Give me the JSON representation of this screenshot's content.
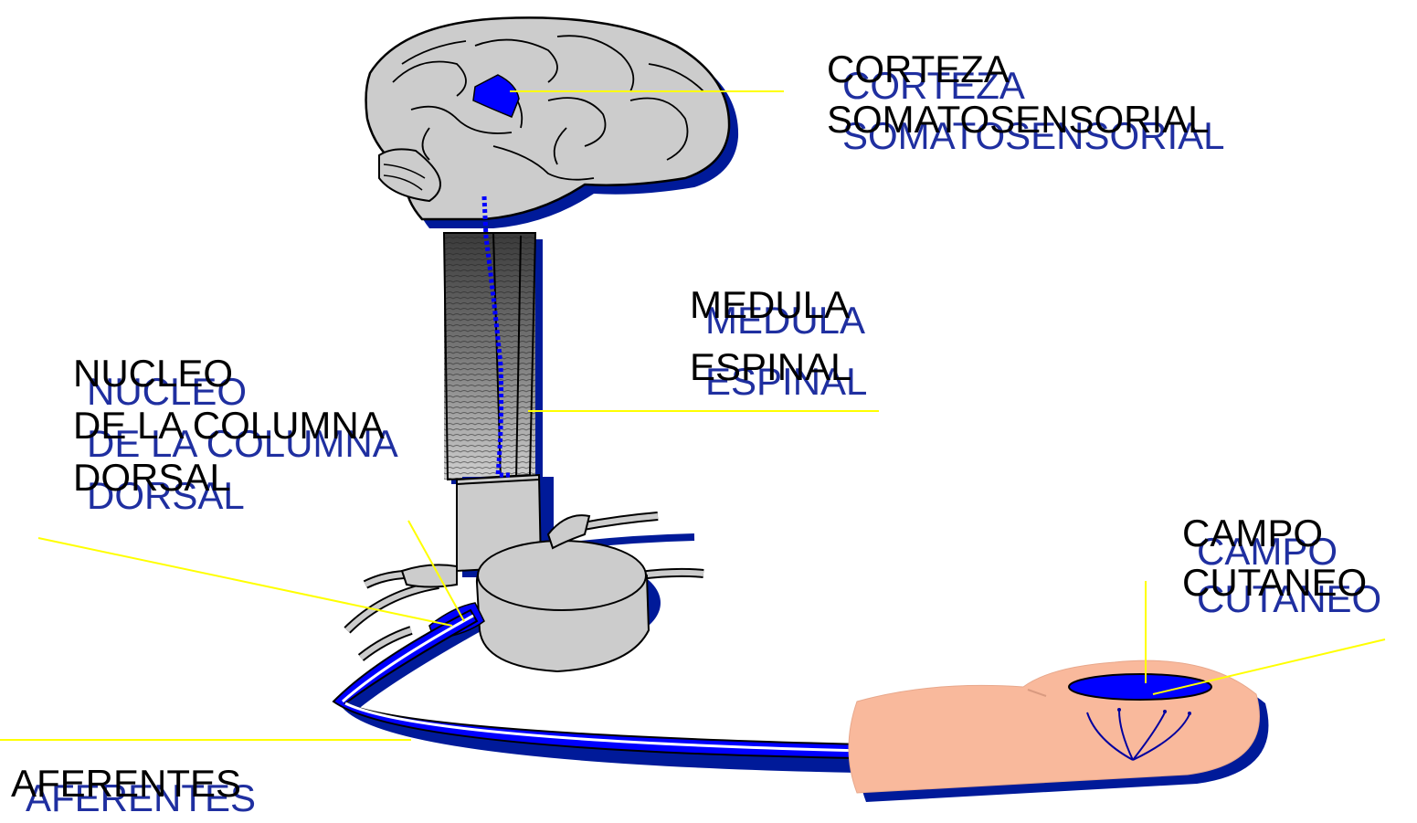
{
  "colors": {
    "shadow_text": "#1f2fa0",
    "leader_line": "#ffff00",
    "brain_fill": "#cccccc",
    "pathway": "#0000ff",
    "skin": "#f9b99c",
    "drop_shadow": "#001a99"
  },
  "labels": {
    "corteza": {
      "line1": "CORTEZA",
      "line2": "SOMATOSENSORIAL"
    },
    "medula": {
      "line1": "MEDULA",
      "line2": "ESPINAL"
    },
    "nucleo": {
      "line1": "NUCLEO",
      "line2": "DE LA COLUMNA",
      "line3": "DORSAL"
    },
    "campo": {
      "line1": "CAMPO",
      "line2": "CUTANEO"
    },
    "aferentes": {
      "line1": "AFERENTES"
    }
  }
}
